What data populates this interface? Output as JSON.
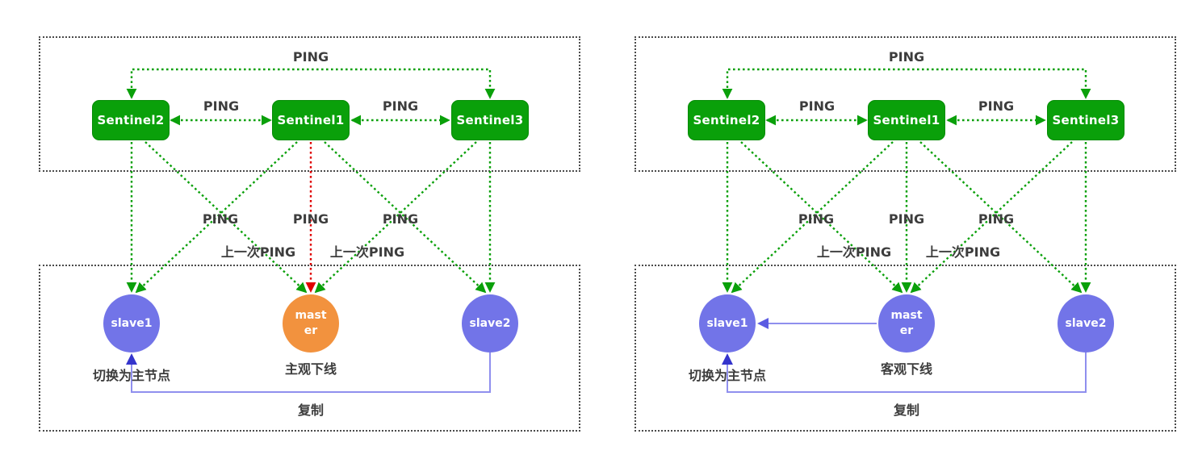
{
  "colors": {
    "sentinel_green": "#0aa00a",
    "ping_arrow_green": "#0aa00a",
    "failed_ping_red": "#e00000",
    "node_purple": "#7274e8",
    "node_orange": "#f2923e",
    "replicate_line_purple": "#8f8fee",
    "replicate_arrow_blue": "#3434cc",
    "switch_arrow_purple": "#5c5ce2",
    "label_text": "#3d3d3d",
    "dashed_border": "#4a4a4a"
  },
  "diagrams": [
    {
      "sentinels": [
        "Sentinel2",
        "Sentinel1",
        "Sentinel3"
      ],
      "nodes": [
        "slave1",
        "master",
        "slave2"
      ],
      "labels": {
        "ping_top": "PING",
        "ping_s2_s1": "PING",
        "ping_s1_s3": "PING",
        "ping_down_1": "PING",
        "ping_down_2": "PING",
        "ping_down_3": "PING",
        "last_ping_1": "上一次PING",
        "last_ping_2": "上一次PING",
        "switch_to_master": "切换为主节点",
        "master_status": "主观下线",
        "replicate": "复制"
      }
    },
    {
      "sentinels": [
        "Sentinel2",
        "Sentinel1",
        "Sentinel3"
      ],
      "nodes": [
        "slave1",
        "master",
        "slave2"
      ],
      "labels": {
        "ping_top": "PING",
        "ping_s2_s1": "PING",
        "ping_s1_s3": "PING",
        "ping_down_1": "PING",
        "ping_down_2": "PING",
        "ping_down_3": "PING",
        "last_ping_1": "上一次PING",
        "last_ping_2": "上一次PING",
        "switch_to_master": "切换为主节点",
        "master_status": "客观下线",
        "replicate": "复制"
      }
    }
  ]
}
